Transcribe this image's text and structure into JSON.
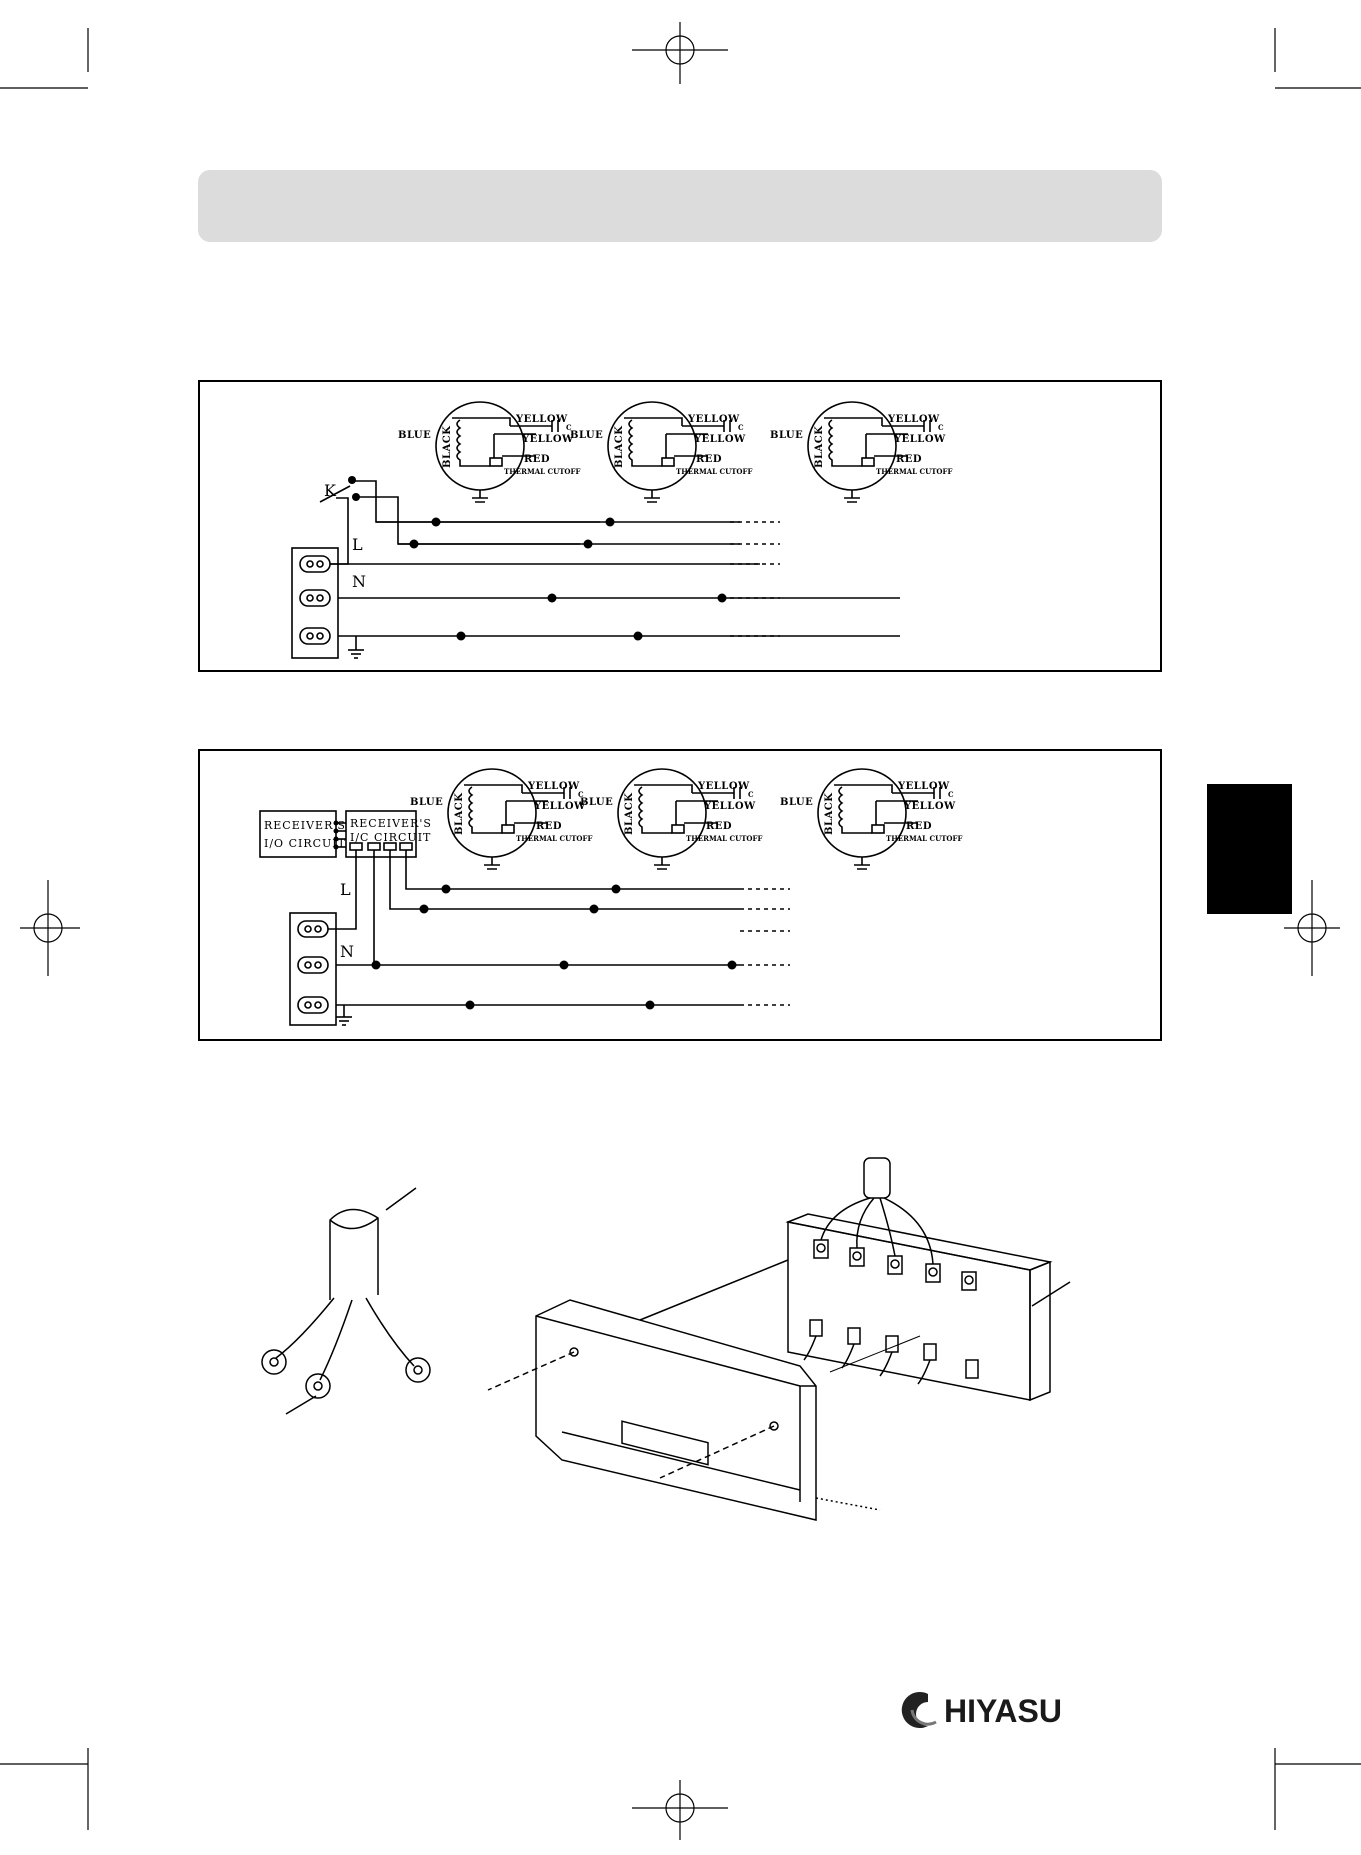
{
  "labels": {
    "yellow": "YELLOW",
    "blue": "BLUE",
    "black": "BLACK",
    "red": "RED",
    "thermal_cutoff": "THERMAL CUTOFF",
    "capacitor": "C",
    "switch": "K",
    "live": "L",
    "neutral": "N",
    "receiver_io": [
      "RECEIVER'S",
      "I/O CIRCUIT"
    ],
    "receiver_ic": [
      "RECEIVER'S",
      "I/C CIRCUIT"
    ]
  },
  "brand": {
    "name": "HIYASU",
    "color": "#1a1a1a"
  },
  "colors": {
    "header_bar": "#dcdcdc",
    "tab": "#000000"
  }
}
